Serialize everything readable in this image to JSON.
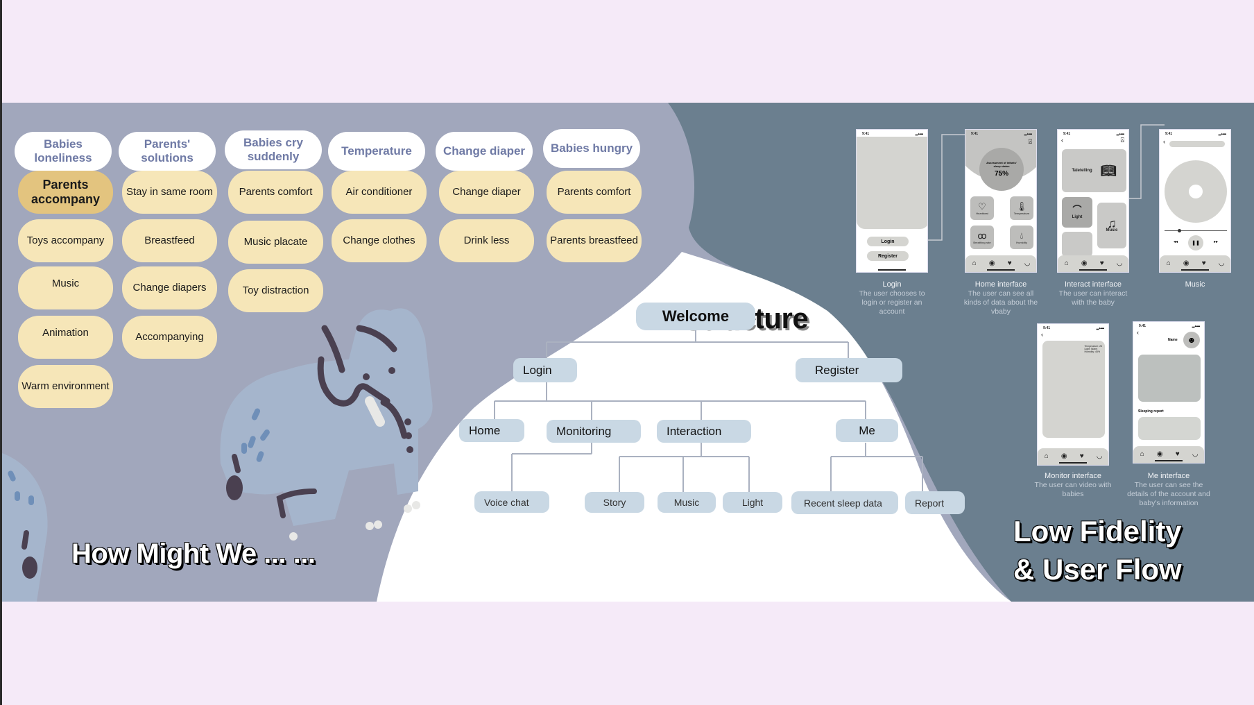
{
  "colors": {
    "page_bg": "#f5eaf8",
    "hmw_bg": "#a1a7bc",
    "flow_bg": "#6b7f8f",
    "structure_bg": "#ffffff",
    "header_pill": "#ffffff",
    "header_text": "#6f7aa5",
    "item_pill": "#f6e6b8",
    "highlight_pill": "#e3c47f",
    "tree_node": "#c9d8e4"
  },
  "hmw": {
    "title": "How Might We ... ...",
    "columns": [
      {
        "header": "Babies loneliness",
        "items": [
          "Parents accompany",
          "Toys accompany",
          "Music",
          "Animation",
          "Warm environment"
        ],
        "highlight": "Parents accompany"
      },
      {
        "header": "Parents' solutions",
        "items": [
          "Stay in same room",
          "Breastfeed",
          "Change diapers",
          "Accompanying"
        ]
      },
      {
        "header": "Babies cry suddenly",
        "items": [
          "Parents comfort",
          "Music placate",
          "Toy distraction"
        ]
      },
      {
        "header": "Temperature",
        "items": [
          "Air conditioner",
          "Change clothes"
        ]
      },
      {
        "header": "Change diaper",
        "items": [
          "Change diaper",
          "Drink less"
        ]
      },
      {
        "header": "Babies hungry",
        "items": [
          "Parents comfort",
          "Parents breastfeed"
        ]
      }
    ]
  },
  "structure": {
    "title": "Structure",
    "root": "Welcome",
    "level1": [
      "Login",
      "Register"
    ],
    "level2": [
      "Home",
      "Monitoring",
      "Interaction",
      "Me"
    ],
    "monitoring_children": [
      "Voice chat"
    ],
    "interaction_children": [
      "Story",
      "Music",
      "Light"
    ],
    "me_children": [
      "Recent sleep data",
      "Report"
    ]
  },
  "low_fidelity": {
    "title_line1": "Low Fidelity",
    "title_line2": "& User Flow",
    "screens": [
      {
        "name": "Login",
        "description": "The user chooses to login or register an account",
        "buttons": [
          "Login",
          "Register"
        ]
      },
      {
        "name": "Home interface",
        "description": "The user can see all kinds of data about the vbaby",
        "status_label": "Assessment of infants' sleep status",
        "status_value": "75%",
        "tiles": [
          "Heartbeat",
          "Temperature",
          "Breathing rate",
          "Humidity"
        ]
      },
      {
        "name": "Interact interface",
        "description": "The user can interact with the baby",
        "tiles": [
          "Taletelling",
          "Light",
          "Music"
        ]
      },
      {
        "name": "Music",
        "description": ""
      },
      {
        "name": "Monitor interface",
        "description": "The user can video with babies",
        "overlay": [
          "Temperature: 26",
          "Light: Warm",
          "Humidity: 45%"
        ]
      },
      {
        "name": "Me interface",
        "description": "The user can see the details of the account and baby's information",
        "profile_name": "Name",
        "section": "Sleeping report"
      }
    ],
    "status_time": "9:41",
    "tabbar": [
      "Home",
      "Monitor",
      "Interact",
      "Me"
    ]
  }
}
